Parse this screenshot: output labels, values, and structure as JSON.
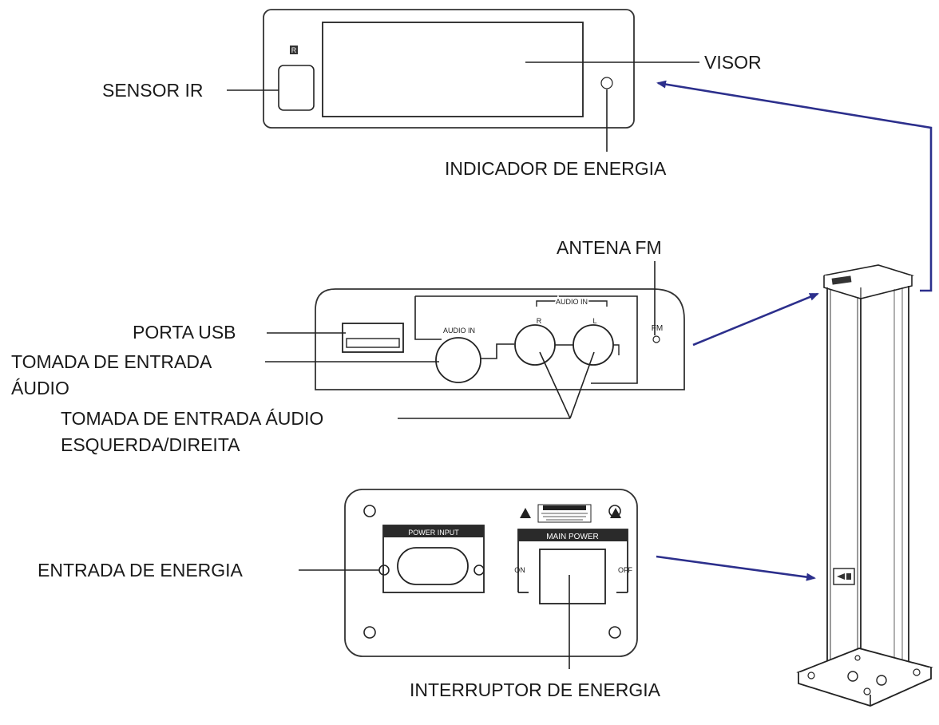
{
  "labels": {
    "sensor_ir": "SENSOR IR",
    "visor": "VISOR",
    "indicador_energia": "INDICADOR DE ENERGIA",
    "antena_fm": "ANTENA FM",
    "porta_usb": "PORTA USB",
    "tomada_entrada_1": "TOMADA DE ENTRADA",
    "tomada_entrada_2": "ÁUDIO",
    "tomada_lr_1": "TOMADA DE ENTRADA ÁUDIO",
    "tomada_lr_2": "ESQUERDA/DIREITA",
    "entrada_energia": "ENTRADA DE ENERGIA",
    "interruptor_energia": "INTERRUPTOR DE ENERGIA"
  },
  "panel_text": {
    "ir_badge": "R",
    "audio_in": "AUDIO IN",
    "audio_in_group": "AUDIO IN",
    "r": "R",
    "l": "L",
    "fm": "FM",
    "power_input": "POWER INPUT",
    "main_power": "MAIN POWER",
    "on": "ON",
    "off": "OFF"
  },
  "colors": {
    "arrow": "#2c2f8c",
    "line": "#222222"
  }
}
